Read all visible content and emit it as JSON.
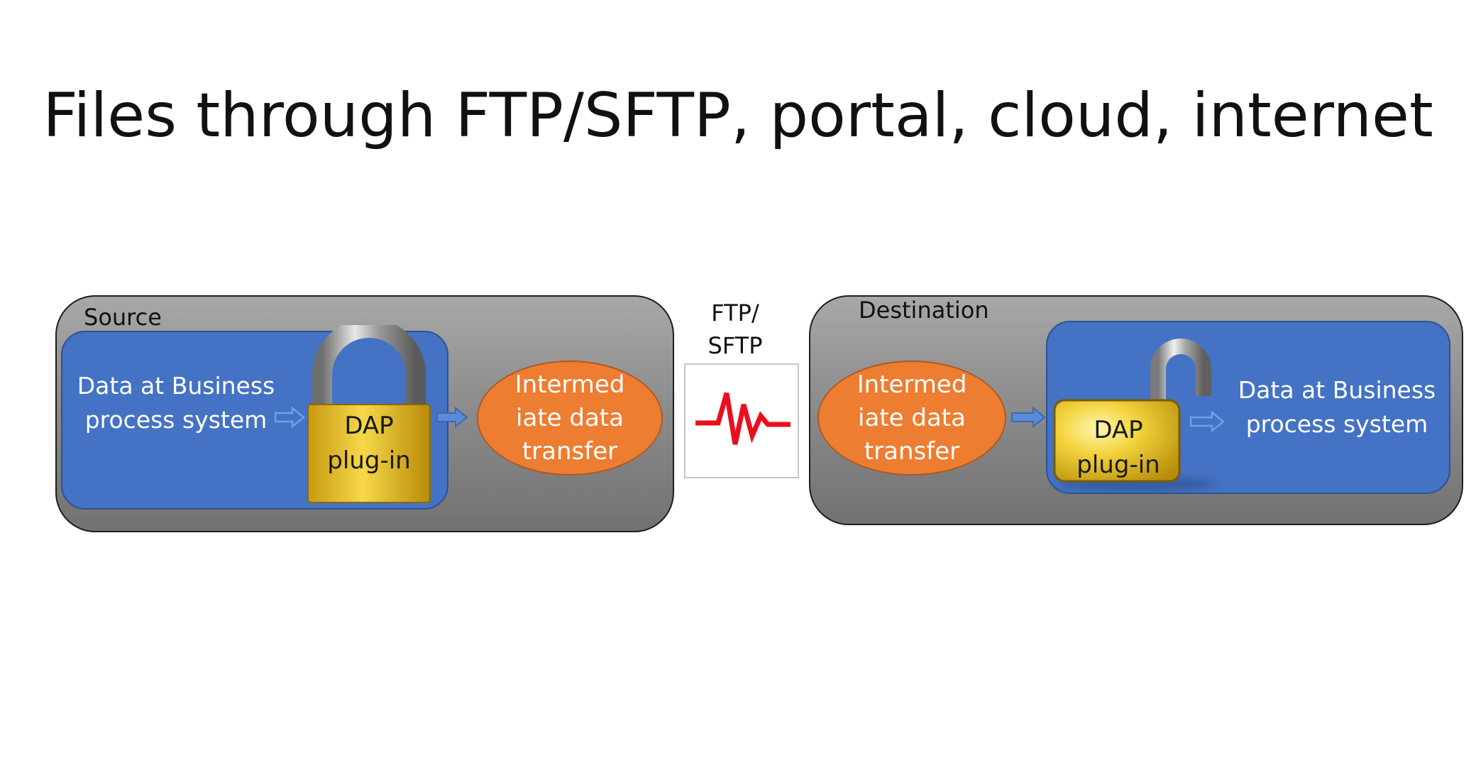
{
  "slide": {
    "title": "Files through FTP/SFTP, portal, cloud, internet"
  },
  "source": {
    "label": "Source",
    "system_line1": "Data at Business",
    "system_line2": "process system",
    "lock_line1": "DAP",
    "lock_line2": "plug-in",
    "transfer_line1": "Intermed",
    "transfer_line2": "iate data",
    "transfer_line3": "transfer"
  },
  "link": {
    "line1": "FTP/",
    "line2": "SFTP",
    "icon": "signal-pulse-icon"
  },
  "destination": {
    "label": "Destination",
    "system_line1": "Data at Business",
    "system_line2": "process system",
    "lock_line1": "DAP",
    "lock_line2": "plug-in",
    "transfer_line1": "Intermed",
    "transfer_line2": "iate data",
    "transfer_line3": "transfer"
  },
  "colors": {
    "process_blue": "#4472c4",
    "transfer_orange": "#ed7d31",
    "lock_gold": "#e9b824",
    "pulse_red": "#e8101e"
  }
}
